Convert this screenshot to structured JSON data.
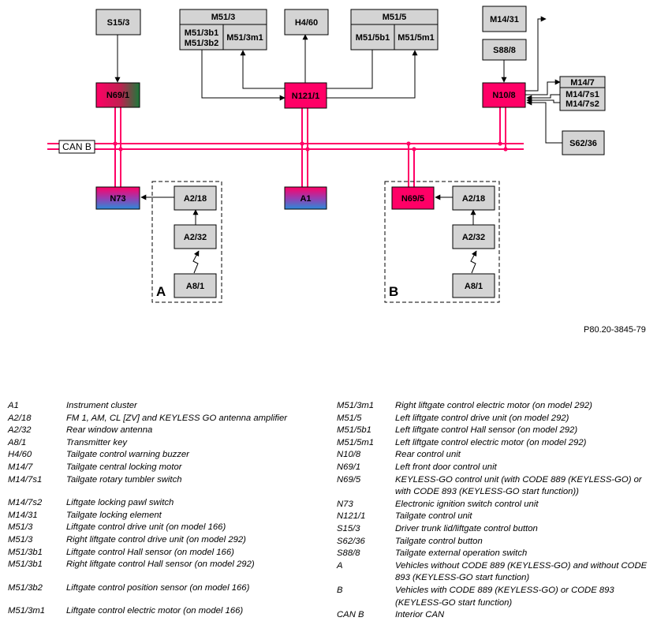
{
  "diagram": {
    "reference": "P80.20-3845-79",
    "bus_label": "CAN B",
    "labels": {
      "s15_3": "S15/3",
      "m51_3": "M51/3",
      "m51_3b1": "M51/3b1",
      "m51_3b2": "M51/3b2",
      "m51_3m1": "M51/3m1",
      "h4_60": "H4/60",
      "m51_5": "M51/5",
      "m51_5b1": "M51/5b1",
      "m51_5m1": "M51/5m1",
      "m14_31": "M14/31",
      "s88_8": "S88/8",
      "n69_1": "N69/1",
      "n121_1": "N121/1",
      "n10_8": "N10/8",
      "m14_7": "M14/7",
      "m14_7s1": "M14/7s1",
      "m14_7s2": "M14/7s2",
      "s62_36": "S62/36",
      "n73": "N73",
      "a1": "A1",
      "n69_5": "N69/5",
      "a_a2_18": "A2/18",
      "a_a2_32": "A2/32",
      "a_a8_1": "A8/1",
      "b_a2_18": "A2/18",
      "b_a2_32": "A2/32",
      "b_a8_1": "A8/1",
      "group_a": "A",
      "group_b": "B"
    },
    "colors": {
      "pink": "#ff0066",
      "green": "#1a7a3a",
      "blue": "#2a8ad8",
      "grey_box": "#d4d4d4",
      "bus": "#ff0066"
    }
  },
  "legend": {
    "left": [
      {
        "code": "A1",
        "desc": "Instrument cluster"
      },
      {
        "code": "A2/18",
        "desc": "FM 1, AM, CL [ZV] and KEYLESS GO antenna amplifier"
      },
      {
        "code": "A2/32",
        "desc": "Rear window antenna"
      },
      {
        "code": "A8/1",
        "desc": "Transmitter key"
      },
      {
        "code": "H4/60",
        "desc": "Tailgate control warning buzzer"
      },
      {
        "code": "M14/7",
        "desc": "Tailgate central locking motor"
      },
      {
        "code": "M14/7s1",
        "desc": "Tailgate rotary tumbler switch"
      },
      {
        "code": "M14/7s2",
        "desc": "Liftgate locking pawl switch"
      },
      {
        "code": "M14/31",
        "desc": "Tailgate locking element"
      },
      {
        "code": "M51/3",
        "desc": "Liftgate control drive unit (on model 166)"
      },
      {
        "code": "M51/3",
        "desc": "Right liftgate control drive unit (on model 292)"
      },
      {
        "code": "M51/3b1",
        "desc": "Liftgate control Hall sensor (on model 166)"
      },
      {
        "code": "M51/3b1",
        "desc": "Right liftgate control Hall sensor (on model 292)"
      },
      {
        "code": "M51/3b2",
        "desc": "Liftgate control position sensor (on model 166)"
      },
      {
        "code": "M51/3m1",
        "desc": "Liftgate control electric motor (on model 166)"
      }
    ],
    "right": [
      {
        "code": "M51/3m1",
        "desc": "Right liftgate control electric motor (on model 292)"
      },
      {
        "code": "M51/5",
        "desc": "Left liftgate control drive unit (on model 292)"
      },
      {
        "code": "M51/5b1",
        "desc": "Left liftgate control Hall sensor (on model 292)"
      },
      {
        "code": "M51/5m1",
        "desc": "Left liftgate control electric motor (on model 292)"
      },
      {
        "code": "N10/8",
        "desc": "Rear control unit"
      },
      {
        "code": "N69/1",
        "desc": "Left front door control unit"
      },
      {
        "code": "N69/5",
        "desc": "KEYLESS-GO control unit (with CODE 889 (KEYLESS-GO) or with CODE 893 (KEYLESS-GO start function))"
      },
      {
        "code": "N73",
        "desc": "Electronic ignition switch control unit"
      },
      {
        "code": "N121/1",
        "desc": "Tailgate control unit"
      },
      {
        "code": "S15/3",
        "desc": "Driver trunk lid/liftgate control button"
      },
      {
        "code": "S62/36",
        "desc": "Tailgate control button"
      },
      {
        "code": "S88/8",
        "desc": "Tailgate external operation switch"
      },
      {
        "code": "A",
        "desc": "Vehicles without CODE 889 (KEYLESS-GO) and without CODE 893 (KEYLESS-GO start function)"
      },
      {
        "code": "B",
        "desc": "Vehicles with CODE 889 (KEYLESS-GO) or CODE 893 (KEYLESS-GO start function)"
      },
      {
        "code": "CAN B",
        "desc": "Interior CAN"
      }
    ]
  }
}
